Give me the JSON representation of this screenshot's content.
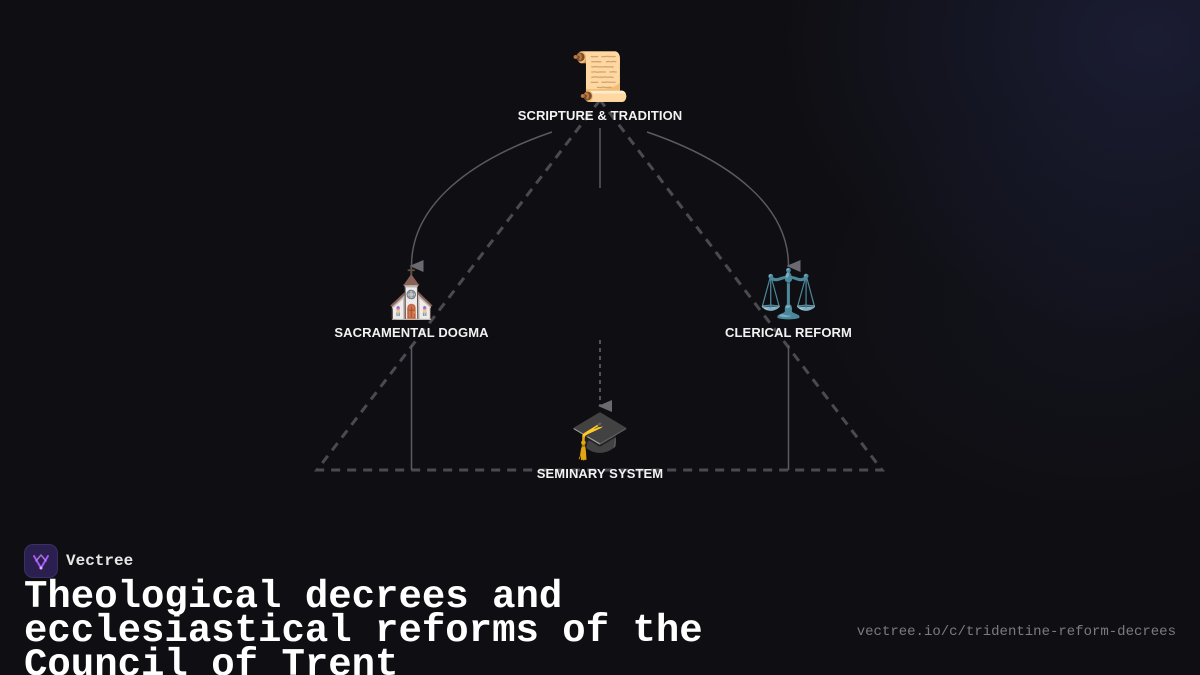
{
  "diagram": {
    "nodes": [
      {
        "id": "scripture",
        "emoji": "📜",
        "icon": "scroll-icon",
        "label": "SCRIPTURE & TRADITION"
      },
      {
        "id": "sacramental",
        "emoji": "⛪",
        "icon": "church-icon",
        "label": "SACRAMENTAL DOGMA"
      },
      {
        "id": "clerical",
        "emoji": "⚖️",
        "icon": "scales-icon",
        "label": "CLERICAL REFORM"
      },
      {
        "id": "seminary",
        "emoji": "🎓",
        "icon": "graduation-cap-icon",
        "label": "SEMINARY SYSTEM"
      }
    ],
    "edges": [
      {
        "from": "scripture",
        "to": "sacramental",
        "style": "solid-curve"
      },
      {
        "from": "scripture",
        "to": "clerical",
        "style": "solid-curve"
      },
      {
        "from": "scripture",
        "to": "seminary",
        "style": "dashed"
      }
    ],
    "colors": {
      "background": "#0f0f13",
      "edge": "#5a5a60",
      "triangle": "#4a4a50",
      "label": "#f2f2f2"
    }
  },
  "brand": {
    "name": "Vectree",
    "logo_color": "#2a1f4e",
    "logo_accent": "#a855f7"
  },
  "footer": {
    "title": "Theological decrees and ecclesiastical reforms of the Council of Trent",
    "url": "vectree.io/c/tridentine-reform-decrees"
  }
}
